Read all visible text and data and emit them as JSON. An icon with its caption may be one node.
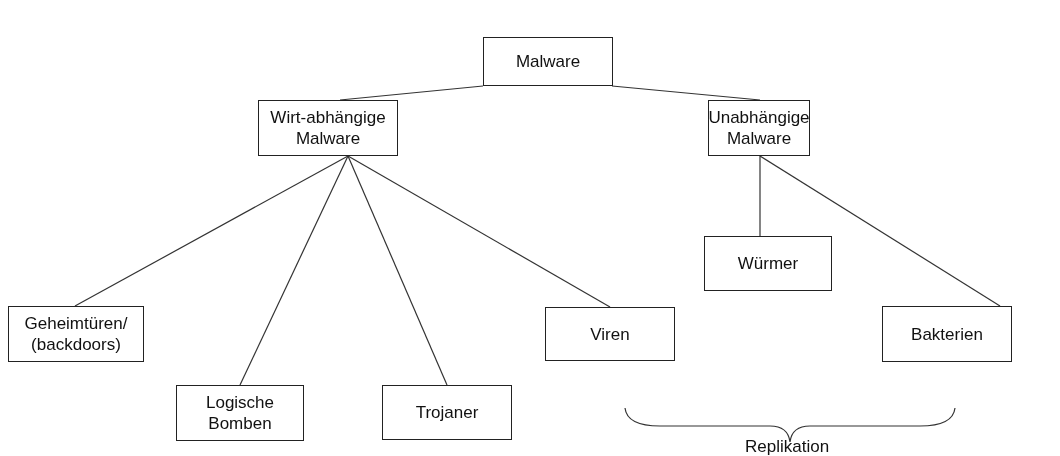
{
  "diagram": {
    "nodes": [
      {
        "text": [
          "Malware"
        ]
      },
      {
        "text": [
          "Wirt-abhängige Malware"
        ]
      },
      {
        "text": [
          "Unabhängige Malware"
        ]
      },
      {
        "text": [
          "Geheimtüren/ (backdoors)"
        ]
      },
      {
        "text": [
          "Logische Bomben"
        ]
      },
      {
        "text": [
          "Trojaner"
        ]
      },
      {
        "text": [
          "Viren"
        ]
      },
      {
        "text": [
          "Würmer"
        ]
      },
      {
        "text": [
          "Bakterien"
        ]
      }
    ],
    "edges": [
      {
        "from": 0,
        "to": 1,
        "arrow": "none"
      },
      {
        "from": 0,
        "to": 2,
        "arrow": "none"
      },
      {
        "from": 1,
        "to": 3,
        "arrow": "none"
      },
      {
        "from": 1,
        "to": 4,
        "arrow": "none"
      },
      {
        "from": 1,
        "to": 5,
        "arrow": "none"
      },
      {
        "from": 1,
        "to": 6,
        "arrow": "none"
      },
      {
        "from": 2,
        "to": 7,
        "arrow": "none"
      },
      {
        "from": 2,
        "to": 8,
        "arrow": "none"
      }
    ],
    "labels": [
      "Replikation"
    ]
  }
}
